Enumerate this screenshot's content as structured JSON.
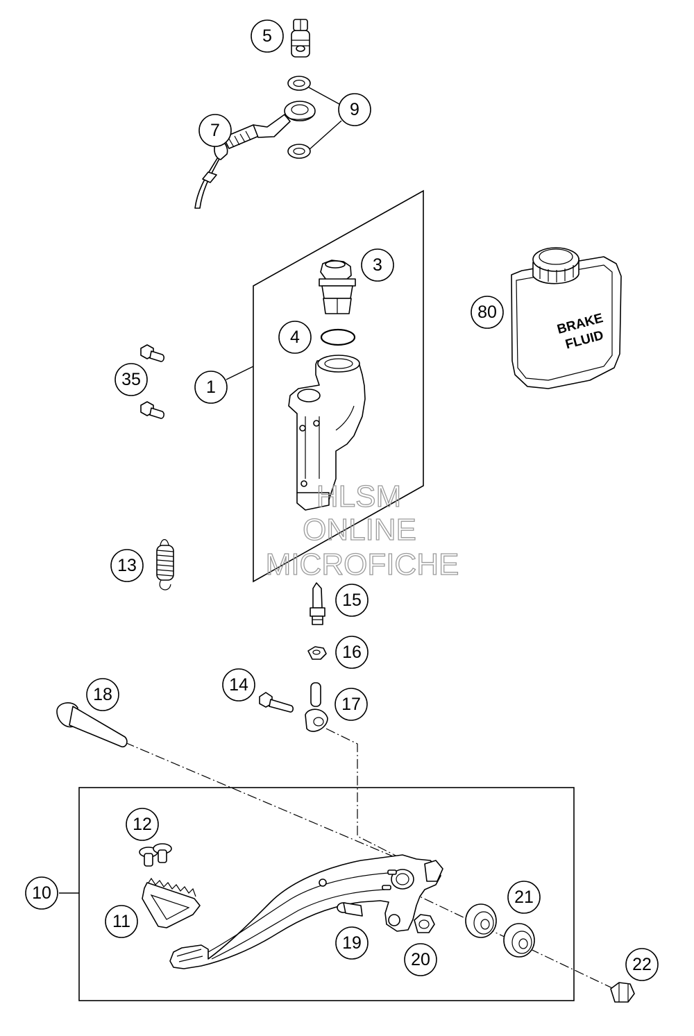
{
  "callouts": [
    {
      "id": "c5",
      "label": "5"
    },
    {
      "id": "c9",
      "label": "9"
    },
    {
      "id": "c7",
      "label": "7"
    },
    {
      "id": "c3",
      "label": "3"
    },
    {
      "id": "c80",
      "label": "80"
    },
    {
      "id": "c4",
      "label": "4"
    },
    {
      "id": "c35",
      "label": "35"
    },
    {
      "id": "c1",
      "label": "1"
    },
    {
      "id": "c13",
      "label": "13"
    },
    {
      "id": "c15",
      "label": "15"
    },
    {
      "id": "c16",
      "label": "16"
    },
    {
      "id": "c14",
      "label": "14"
    },
    {
      "id": "c17",
      "label": "17"
    },
    {
      "id": "c18",
      "label": "18"
    },
    {
      "id": "c12",
      "label": "12"
    },
    {
      "id": "c10",
      "label": "10"
    },
    {
      "id": "c21",
      "label": "21"
    },
    {
      "id": "c11",
      "label": "11"
    },
    {
      "id": "c19",
      "label": "19"
    },
    {
      "id": "c20",
      "label": "20"
    },
    {
      "id": "c22",
      "label": "22"
    }
  ],
  "brake_fluid_label": {
    "line1": "BRAKE",
    "line2": "FLUID"
  },
  "watermark": {
    "line1": "HLSM",
    "line2": "ONLINE",
    "line3": "MICROFICHE"
  }
}
